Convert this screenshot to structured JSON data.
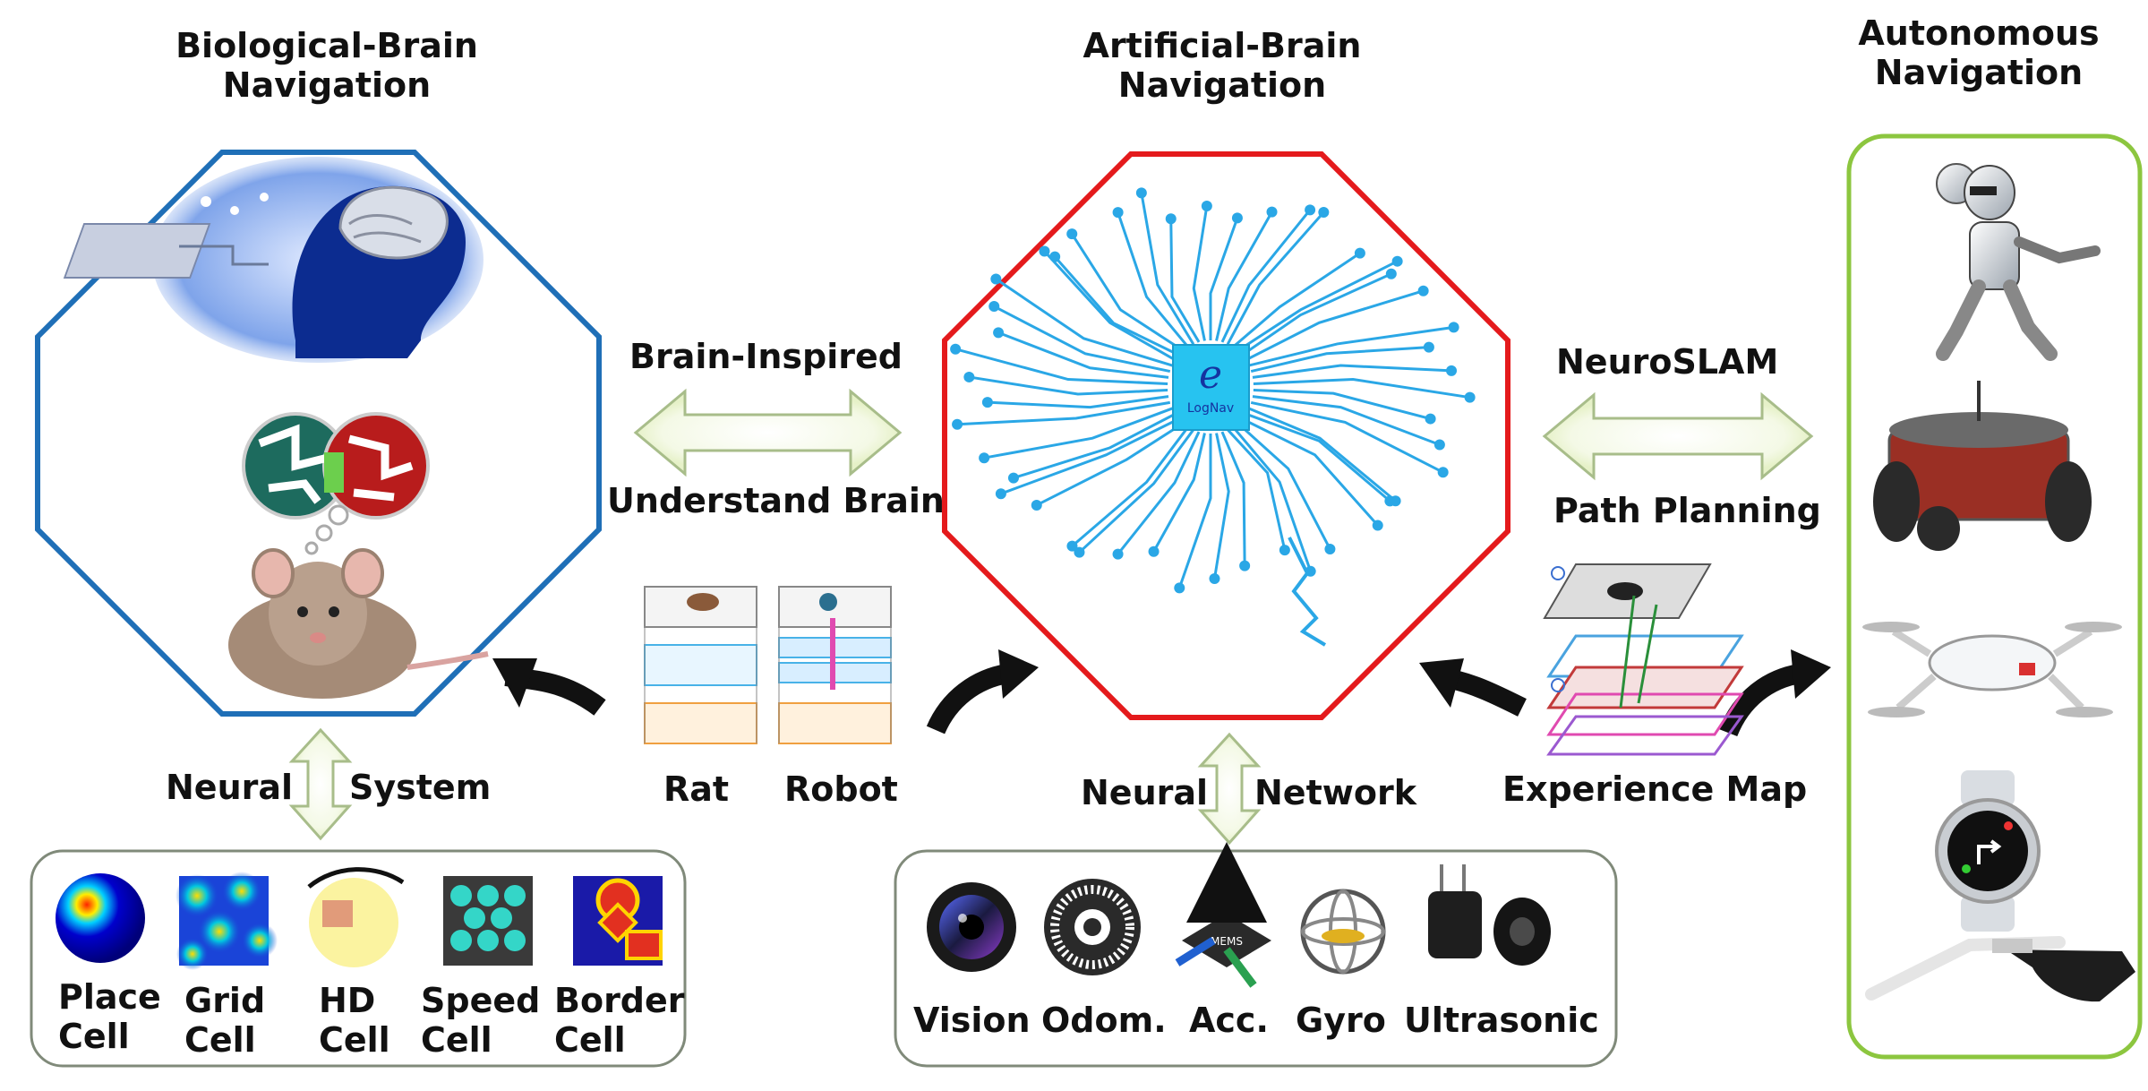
{
  "titles": {
    "biological": [
      "Biological-Brain",
      "Navigation"
    ],
    "artificial": [
      "Artificial-Brain",
      "Navigation"
    ],
    "autonomous": [
      "Autonomous",
      "Navigation"
    ]
  },
  "arrows": {
    "left_top": "Brain-Inspired",
    "left_bottom": "Understand Brain",
    "right_top": "NeuroSLAM",
    "right_bottom": "Path Planning"
  },
  "robot_model_labels": [
    "Rat",
    "Robot"
  ],
  "experience_map_label": "Experience Map",
  "neural_system": [
    "Neural",
    "System"
  ],
  "neural_network": [
    "Neural",
    "Network"
  ],
  "cells": [
    {
      "line1": "Place",
      "line2": "Cell"
    },
    {
      "line1": "Grid",
      "line2": "Cell"
    },
    {
      "line1": "HD",
      "line2": "Cell"
    },
    {
      "line1": "Speed",
      "line2": "Cell"
    },
    {
      "line1": "Border",
      "line2": "Cell"
    }
  ],
  "sensors": [
    "Vision",
    "Odom.",
    "Acc.",
    "Gyro",
    "Ultrasonic"
  ],
  "chip_text": "LogNav",
  "chip_logo": "e",
  "imu_text": "MEMS",
  "colors": {
    "bio_octagon": "#1f6fb7",
    "art_octagon": "#e41a1c",
    "auto_panel": "#8cc63f",
    "circuit": "#2aa7e6",
    "chip": "#27c3f0"
  }
}
